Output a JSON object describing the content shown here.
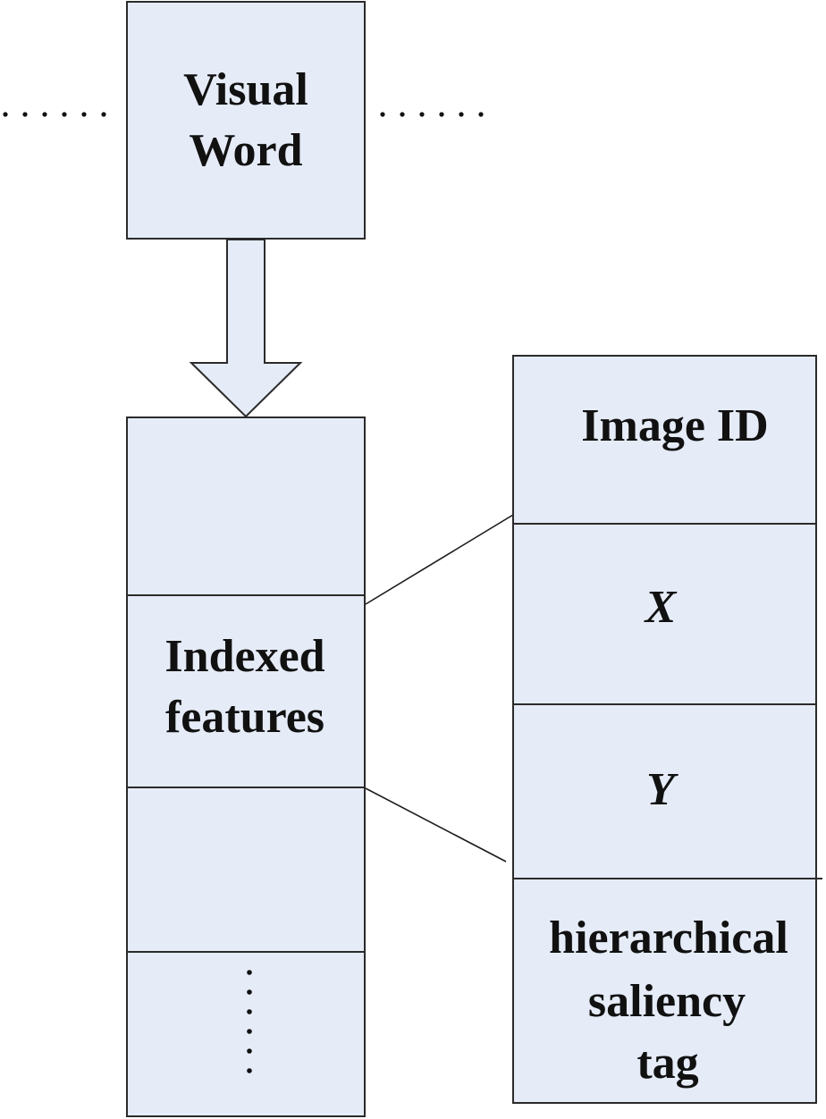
{
  "diagram": {
    "visual_word": {
      "line1": "Visual",
      "line2": "Word"
    },
    "index_list": {
      "feature_line1": "Indexed",
      "feature_line2": "features"
    },
    "feature_record": {
      "image_id": "Image ID",
      "x": "X",
      "y": "Y",
      "tag_line1": "hierarchical",
      "tag_line2": "saliency",
      "tag_line3": "tag"
    }
  },
  "colors": {
    "box_fill": "#e5ebf7",
    "stroke": "#2b2b2b",
    "text": "#111111"
  }
}
